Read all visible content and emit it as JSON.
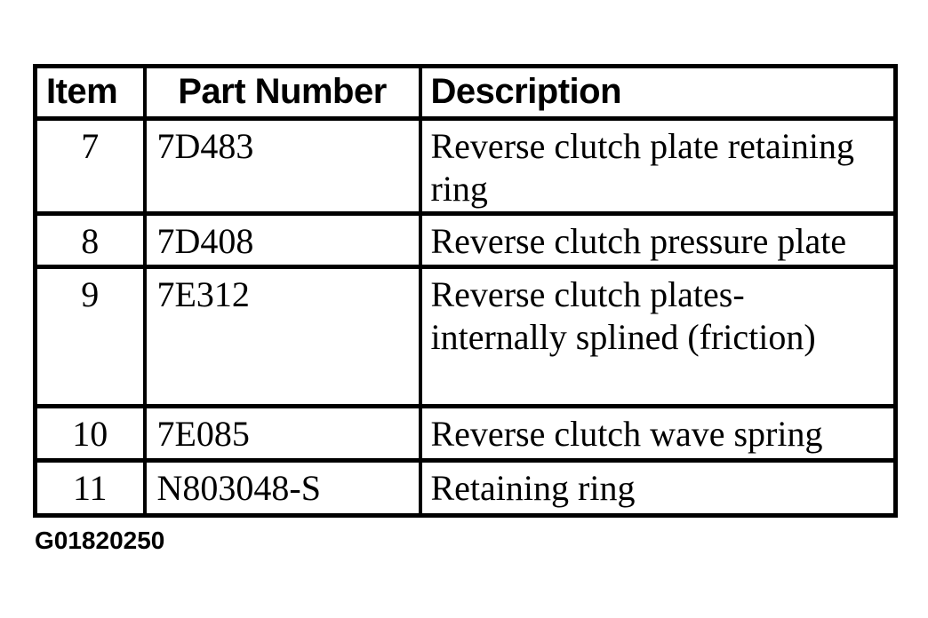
{
  "colors": {
    "ink": "#000000",
    "background": "#ffffff"
  },
  "table": {
    "headers": {
      "item": "Item",
      "part_number": "Part Number",
      "description": "Description"
    },
    "rows": [
      {
        "item": "7",
        "part_number": "7D483",
        "description": "Reverse clutch plate retaining ring"
      },
      {
        "item": "8",
        "part_number": "7D408",
        "description": "Reverse clutch pressure plate"
      },
      {
        "item": "9",
        "part_number": "7E312",
        "description": "Reverse clutch plates-internally splined (friction)"
      },
      {
        "item": "10",
        "part_number": "7E085",
        "description": "Reverse clutch wave spring"
      },
      {
        "item": "11",
        "part_number": "N803048-S",
        "description": "Retaining ring"
      }
    ]
  },
  "footer": {
    "figure_id": "G01820250"
  }
}
